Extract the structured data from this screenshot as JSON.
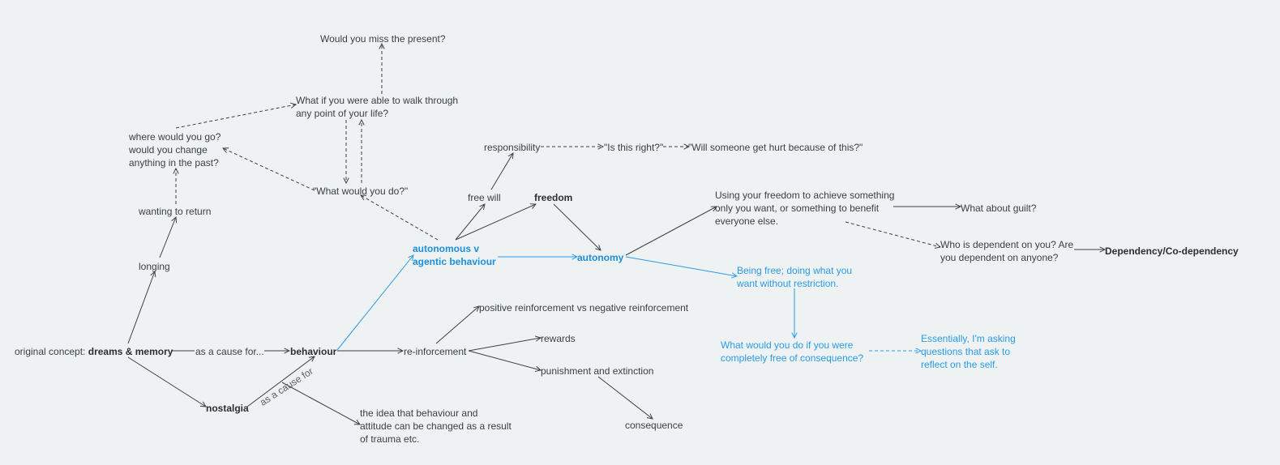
{
  "nodes": {
    "original_concept_prefix": "original concept: ",
    "dreams_memory": "dreams & memory",
    "as_a_cause_for": "as a cause for...",
    "behaviour": "behaviour",
    "nostalgia": "nostalgia",
    "longing": "longing",
    "wanting_to_return": "wanting to return",
    "where_would_you_go": "where would you go?\nwould you change\nanything in the past?",
    "what_if_walk": "What if you were able to walk through\nany point of your life?",
    "miss_present": "Would you miss the present?",
    "what_would_you_do": "\"What would you do?\"",
    "autonomous_agentic": "autonomous v\nagentic behaviour",
    "free_will": "free will",
    "responsibility": "responsibility",
    "is_this_right": "\"Is this right?\"",
    "will_someone_get_hurt": "\"Will someone get hurt because of this?\"",
    "freedom": "freedom",
    "autonomy": "autonomy",
    "using_your_freedom": "Using your freedom to achieve something\nonly you want, or something to benefit\neveryone else.",
    "what_about_guilt": "What about guilt?",
    "who_is_dependent": "Who is dependent on you? Are\nyou dependent on anyone?",
    "dependency": "Dependency/Co-dependency",
    "being_free": "Being free; doing what you\nwant without restriction.",
    "completely_free": "What would you do if you were\ncompletely free of consequence?",
    "essentially": "Essentially, I'm asking\nquestions that ask to\nreflect on the self.",
    "reinforcement": "re-inforcement",
    "positive_negative": "positive reinforcement vs negative reinforcement",
    "rewards": "rewards",
    "punishment_extinction": "punishment and extinction",
    "consequence": "consequence",
    "idea_behaviour": "the idea that behaviour and\nattitude can be changed as a result\nof trauma etc."
  },
  "edge_labels": {
    "nostalgia_as_cause_for": "as a cause for"
  },
  "colors": {
    "background": "#eef2f3",
    "text": "#3c4043",
    "connector": "#3c4043",
    "accent_blue": "#2b9be3"
  }
}
